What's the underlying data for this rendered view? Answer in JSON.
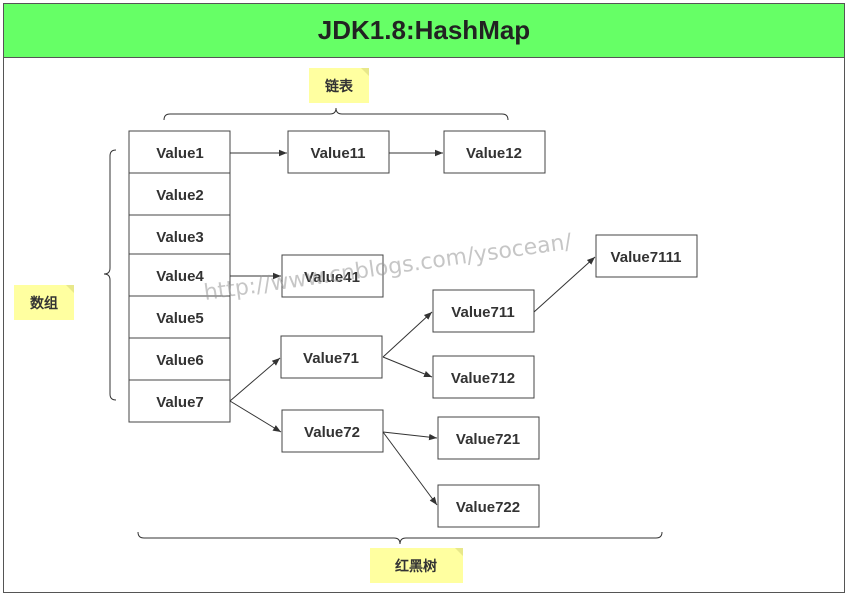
{
  "title": "JDK1.8:HashMap",
  "labels": {
    "linked_list": "链表",
    "array": "数组",
    "red_black_tree": "红黑树"
  },
  "array_cells": [
    "Value1",
    "Value2",
    "Value3",
    "Value4",
    "Value5",
    "Value6",
    "Value7"
  ],
  "nodes": {
    "v11": "Value11",
    "v12": "Value12",
    "v41": "Value41",
    "v71": "Value71",
    "v72": "Value72",
    "v711": "Value711",
    "v712": "Value712",
    "v721": "Value721",
    "v722": "Value722",
    "v7111": "Value7111"
  },
  "watermark": "http://www.cnblogs.com/ysocean/",
  "colors": {
    "title_bg": "#66ff66",
    "note_bg": "#ffffa0",
    "border": "#444444"
  }
}
